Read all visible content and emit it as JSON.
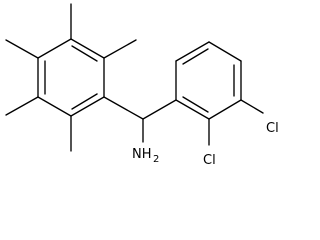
{
  "molecule": {
    "labels": {
      "amine_n": "NH",
      "amine_h_subscript": "2",
      "chlorine_top": "Cl",
      "chlorine_bottom": "Cl"
    },
    "colors": {
      "bond": "#000000",
      "text": "#000000",
      "background": "#ffffff"
    }
  }
}
